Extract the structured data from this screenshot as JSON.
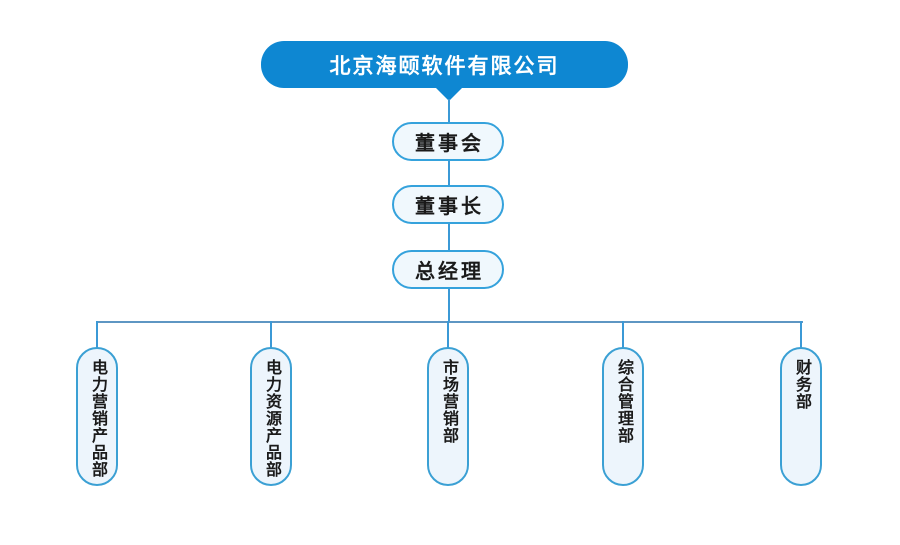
{
  "colors": {
    "accent": "#0E87D2",
    "node-border": "#35A2DC",
    "node-fill": "#F0F8FD",
    "dept-border": "#3BA0D4",
    "dept-fill": "#EDF5FC",
    "connector": "#3B99D6",
    "connector-h": "#5E96C3",
    "text": "#1A1A1A",
    "title-text": "#FFFFFF"
  },
  "org_chart": {
    "company": "北京海颐软件有限公司",
    "levels": [
      {
        "label": "董事会"
      },
      {
        "label": "董事长"
      },
      {
        "label": "总经理"
      }
    ],
    "departments": [
      {
        "label": "电力营销产品部"
      },
      {
        "label": "电力资源产品部"
      },
      {
        "label": "市场营销部"
      },
      {
        "label": "综合管理部"
      },
      {
        "label": "财务部"
      }
    ]
  }
}
